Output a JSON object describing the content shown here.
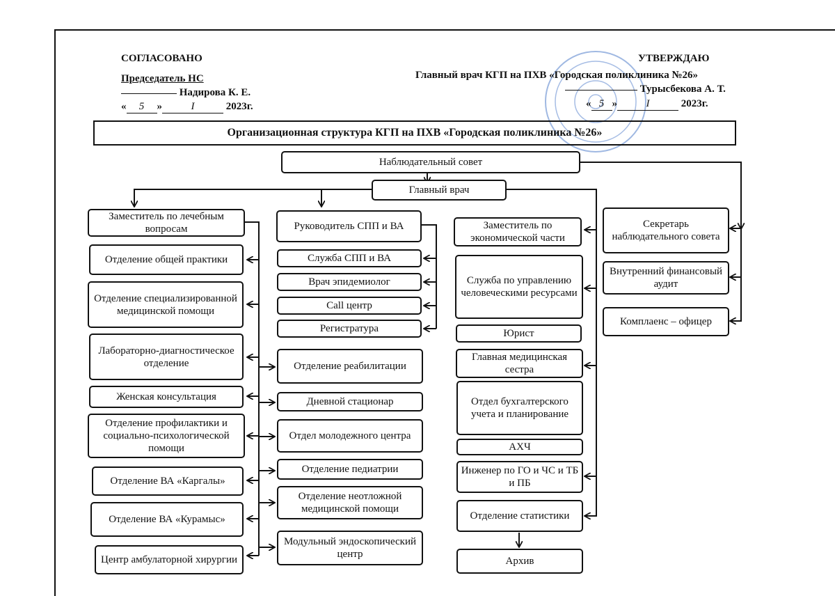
{
  "approval": {
    "left": {
      "heading": "СОГЛАСОВАНО",
      "position": "Председатель НС",
      "name": "Надирова К. Е.",
      "day": "5",
      "month": "I",
      "year": "2023г."
    },
    "right": {
      "heading": "УТВЕРЖДАЮ",
      "position": "Главный врач КГП на ПХВ «Городская поликлиника №26»",
      "name": "Турысбекова А. Т.",
      "day": "5",
      "month": "I",
      "year": "2023г."
    }
  },
  "title": "Организационная структура КГП на ПХВ «Городская поликлиника №26»",
  "top": {
    "supervisory_board": "Наблюдательный совет",
    "chief_doctor": "Главный врач"
  },
  "column1": [
    "Заместитель по лечебным вопросам",
    "Отделение общей практики",
    "Отделение специализированной медицинской помощи",
    "Лабораторно-диагностическое отделение",
    "Женская консультация",
    "Отделение профилактики и социально-психологической помощи",
    "Отделение ВА «Каргалы»",
    "Отделение ВА «Курамыс»",
    "Центр амбулаторной хирургии"
  ],
  "column2": [
    "Руководитель  СПП и ВА",
    "Служба СПП и ВА",
    "Врач эпидемиолог",
    "Call  центр",
    "Регистратура",
    "Отделение реабилитации",
    "Дневной стационар",
    "Отдел молодежного центра",
    "Отделение педиатрии",
    "Отделение неотложной медицинской помощи",
    "Модульный эндоскопический центр"
  ],
  "column3": [
    "Заместитель по экономической части",
    "Служба по управлению человеческими ресурсами",
    "Юрист",
    "Главная медицинская сестра",
    "Отдел бухгалтерского учета и планирование",
    "АХЧ",
    "Инженер по ГО и ЧС и ТБ и ПБ",
    "Отделение статистики",
    "Архив"
  ],
  "column4": [
    "Секретарь наблюдательного совета",
    "Внутренний финансовый аудит",
    "Комплаенс – офицер"
  ]
}
